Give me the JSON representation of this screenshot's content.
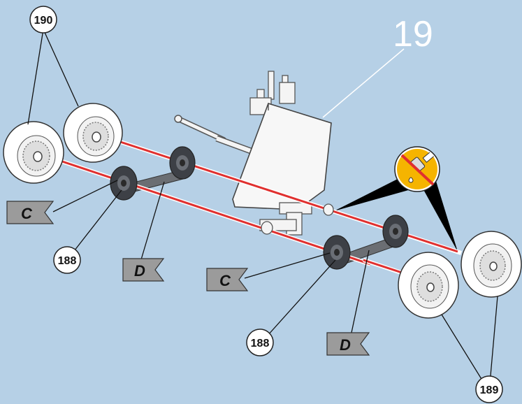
{
  "step": {
    "number": "19"
  },
  "parts": {
    "wheel_front": "190",
    "wheel_rear": "189",
    "hub_front": "188",
    "hub_rear": "188"
  },
  "flags": {
    "front_c": "C",
    "front_d": "D",
    "rear_c": "C",
    "rear_d": "D"
  },
  "colors": {
    "background": "#b6d0e6",
    "arrow": "#e0302f",
    "warning_fill": "#f5b400",
    "flag_fill": "#9b9b9b",
    "callout": "#111111"
  },
  "icons": {
    "no_glue": "no-glue-icon"
  }
}
